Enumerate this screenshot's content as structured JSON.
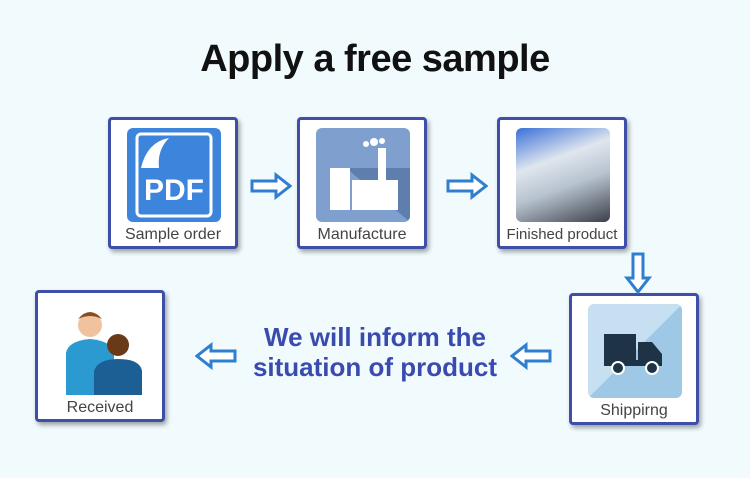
{
  "title": "Apply a free sample",
  "steps": [
    {
      "label": "Sample order",
      "icon": "pdf-icon"
    },
    {
      "label": "Manufacture",
      "icon": "factory-icon"
    },
    {
      "label": "Finished product",
      "icon": "product-photo"
    },
    {
      "label": "Shippirng",
      "icon": "truck-icon"
    },
    {
      "label": "Received",
      "icon": "people-icon"
    }
  ],
  "message": {
    "line1": "We will inform the",
    "line2": "situation of product"
  },
  "colors": {
    "border": "#3f4fa8",
    "arrow": "#2f7fd0",
    "message": "#3a4bb0"
  }
}
